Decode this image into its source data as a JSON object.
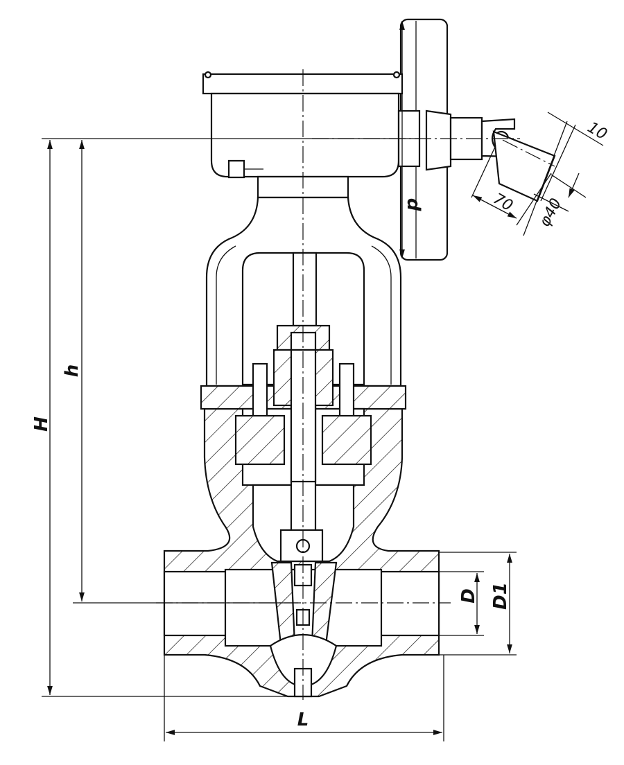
{
  "title": "Gate valve with electric actuator - dimensional drawing",
  "dimensions": {
    "overall_height": "H",
    "center_height": "h",
    "handwheel_diameter": "p",
    "shaft_key": "10",
    "shaft_length": "70",
    "shaft_diameter": "φ40",
    "bore": "D",
    "end_outer": "D1",
    "face_to_face": "L"
  },
  "colors": {
    "line": "#111111",
    "background": "#ffffff"
  }
}
